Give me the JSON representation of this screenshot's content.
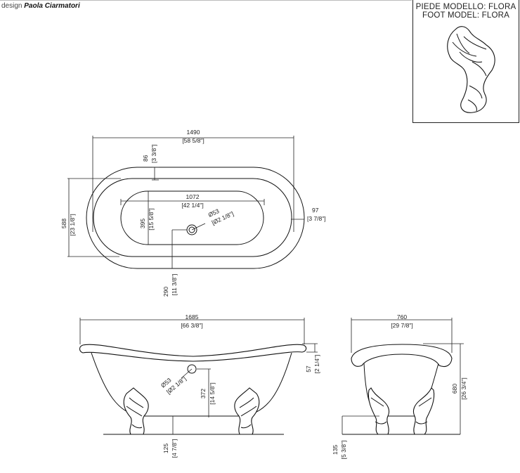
{
  "header": {
    "design_prefix": "design",
    "designer": "Paola Ciarmatori"
  },
  "foot_model": {
    "line_it": "PIEDE MODELLO: FLORA",
    "line_en": "FOOT MODEL: FLORA"
  },
  "top_view": {
    "overall_length": {
      "mm": "1490",
      "in": "[58 5/8\"]"
    },
    "rim_width": {
      "mm": "86",
      "in": "[3 3/8\"]"
    },
    "overall_width": {
      "mm": "588",
      "in": "[23 1/8\"]"
    },
    "basin_length": {
      "mm": "1072",
      "in": "[42 1/4\"]"
    },
    "basin_width": {
      "mm": "395",
      "in": "[15 5/8\"]"
    },
    "drain": {
      "mm": "Ø53",
      "in": "[Ø2 1/8\"]"
    },
    "end_rim": {
      "mm": "97",
      "in": "[3 7/8\"]"
    },
    "drain_offset": {
      "mm": "290",
      "in": "[11 3/8\"]"
    }
  },
  "side_view": {
    "overall_length": {
      "mm": "1685",
      "in": "[66 3/8\"]"
    },
    "rim_height": {
      "mm": "57",
      "in": "[2 1/4\"]"
    },
    "overflow": {
      "mm": "Ø53",
      "in": "[Ø2 1/8\"]"
    },
    "overflow_height": {
      "mm": "372",
      "in": "[14 5/8\"]"
    },
    "floor_clearance": {
      "mm": "125",
      "in": "[4 7/8\"]"
    }
  },
  "end_view": {
    "overall_width": {
      "mm": "760",
      "in": "[29 7/8\"]"
    },
    "overall_height": {
      "mm": "680",
      "in": "[26 3/4\"]"
    },
    "floor_clearance": {
      "mm": "135",
      "in": "[5 3/8\"]"
    }
  }
}
